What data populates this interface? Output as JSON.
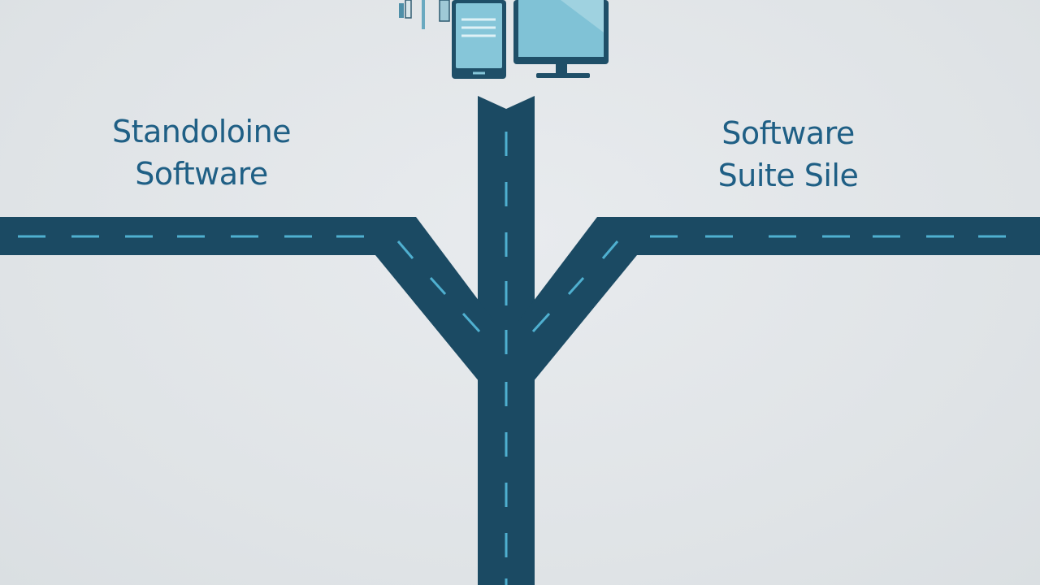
{
  "labels": {
    "left": {
      "line1": "Standoloine",
      "line2": "Software"
    },
    "right": {
      "line1": "Software",
      "line2": "Suite Sile"
    }
  },
  "icons": [
    "small-devices-icon",
    "tablet-icon",
    "desktop-monitor-icon"
  ],
  "colors": {
    "background": "#e1e5e8",
    "road": "#1b4a63",
    "lane_dash": "#4fb0d0",
    "label_text": "#1f5f85",
    "screen": "#7fc4d8"
  }
}
